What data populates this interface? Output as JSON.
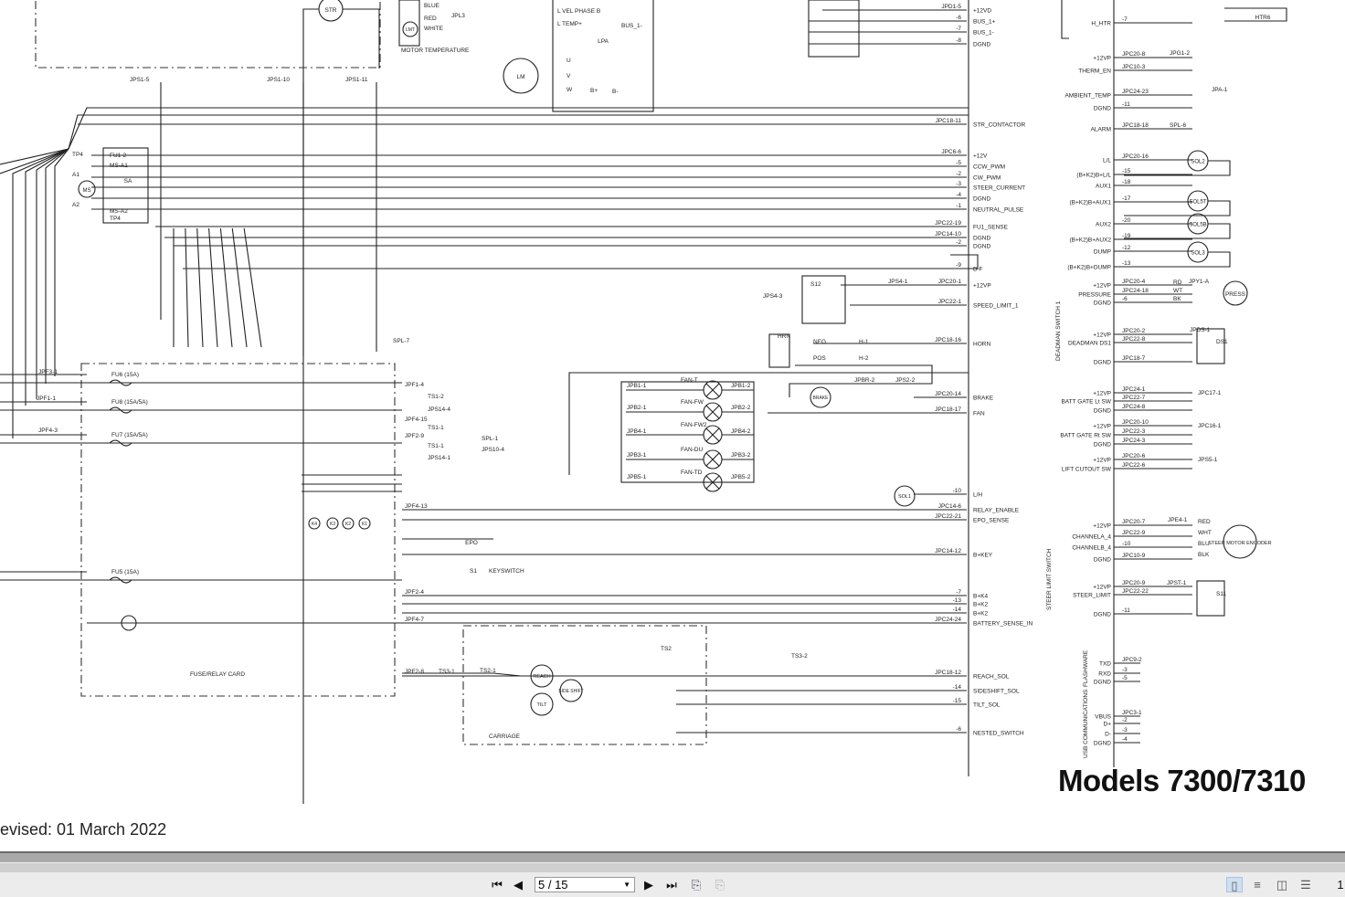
{
  "document": {
    "title": "Models 7300/7310",
    "revised": "evised: 01 March 2022"
  },
  "bus_signals": [
    "+12VD",
    "BUS_1+",
    "BUS_1-",
    "DGND",
    "STR_CONTACTOR",
    "+12V",
    "CCW_PWM",
    "CW_PWM",
    "STEER_CURRENT",
    "DGND",
    "NEUTRAL_PULSE",
    "FU1_SENSE",
    "DGND",
    "DGND",
    "B-F",
    "+12VP",
    "SPEED_LIMIT_1",
    "HORN",
    "BRAKE",
    "FAN",
    "L/H",
    "RELAY_ENABLE",
    "EPO_SENSE",
    "B+KEY",
    "B+K4",
    "B+K2",
    "B+K2",
    "BATTERY_SENSE_IN",
    "REACH_SOL",
    "SIDESHIFT_SOL",
    "TILT_SOL",
    "NESTED_SWITCH"
  ],
  "bus_connectors": [
    "JPD1-5",
    "-6",
    "-7",
    "-8",
    "JPC18-11",
    "JPC6-6",
    "-5",
    "-2",
    "-3",
    "-4",
    "-1",
    "JPC22-19",
    "JPC14-10",
    "-2",
    "-9",
    "JPC20-1",
    "JPC22-1",
    "JPC18-16",
    "JPC20-14",
    "JPC18-17",
    "-10",
    "JPC14-6",
    "JPC22-21",
    "JPC14-12",
    "-7",
    "-13",
    "-14",
    "JPC24-24",
    "JPC18-12",
    "-14",
    "-15",
    "-6"
  ],
  "right_signals": [
    "H_HTR",
    "+12VP",
    "THERM_EN",
    "AMBIENT_TEMP",
    "DGND",
    "ALARM",
    "L/L",
    "(B+K2)B+L/L",
    "AUX1",
    "(B+K2)B+AUX1",
    "AUX2",
    "(B+K2)B+AUX2",
    "DUMP",
    "(B+K2)B+DUMP",
    "+12VP",
    "PRESSURE",
    "DGND",
    "+12VP",
    "DEADMAN DS1",
    "DGND",
    "+12VP",
    "BATT GATE Lt SW",
    "DGND",
    "+12VP",
    "BATT GATE Rt SW",
    "DGND",
    "+12VP",
    "LIFT CUTOUT SW",
    "+12VP",
    "CHANNELA_4",
    "CHANNELB_4",
    "DGND",
    "+12VP",
    "STEER_LIMIT",
    "DGND",
    "TXD",
    "RXD",
    "DGND",
    "VBUS",
    "D+",
    "D-",
    "DGND"
  ],
  "right_connectors": [
    "-7",
    "JPC20-8",
    "JPC10-3",
    "JPC24-23",
    "-11",
    "JPC18-18",
    "JPC20-16",
    "-15",
    "-18",
    "-17",
    "-20",
    "-19",
    "-12",
    "-13",
    "JPC20-4",
    "JPC24-18",
    "-6",
    "JPC20-2",
    "JPC22-8",
    "JPC18-7",
    "JPC24-1",
    "JPC22-7",
    "JPC24-8",
    "JPC20-10",
    "JPC22-3",
    "JPC24-3",
    "JPC20-6",
    "JPC22-6",
    "JPC20-7",
    "JPC22-9",
    "-10",
    "JPC10-9",
    "JPC20-9",
    "JPC22-22",
    "-11",
    "JPC9-2",
    "-3",
    "-5",
    "JPC3-1",
    "-2",
    "-3",
    "-4"
  ],
  "right_groups": [
    "DEADMAN SWITCH 1",
    "STEER LIMIT SWITCH",
    "FLASHWARE",
    "USB COMMUNICATIONS"
  ],
  "components": {
    "sol2": "SOL2",
    "sol5t": "SOL5T",
    "sol5b": "SOL5B",
    "sol3": "SOL3",
    "press": "PRESS",
    "encoder": "STEER MOTOR ENCODER",
    "ds1": "DS1",
    "s11": "S11",
    "htr6": "HTR6",
    "str": "STR",
    "lmt": "LMT",
    "lm": "LM",
    "ms": "MS",
    "lpa": "LPA",
    "motor_temp": "MOTOR TEMPERATURE",
    "sa": "SA",
    "s12": "S12",
    "horn": "HRN",
    "brake": "BRAKE",
    "sol1": "SOL1",
    "epo": "EPO",
    "keyswitch": "KEYSWITCH",
    "s1": "S1",
    "fuse_card": "FUSE/RELAY CARD",
    "carriage": "CARRIAGE",
    "reach": "REACH",
    "sideshift": "SIDE SHIFT",
    "tilt": "TILT",
    "k4": "K4",
    "k3": "K3",
    "k2": "K2",
    "k1": "K1",
    "fu6": "FU6 (15A)",
    "fu8": "FU8 (15A/5A)",
    "fu7": "FU7 (15A/5A)",
    "fu5": "FU5 (15A)",
    "fans": [
      "FAN-T",
      "FAN-FW",
      "FAN-FW2",
      "FAN-DU",
      "FAN-TD"
    ]
  },
  "misc_labels": [
    "JPS1-5",
    "JPS1-10",
    "JPS1-11",
    "TP4",
    "FU1-2",
    "MS-A1",
    "MS-A2",
    "TP4",
    "A1",
    "A2",
    "BLUE",
    "RED",
    "WHITE",
    "JPL3",
    "L VEL PHASE B",
    "L TEMP+",
    "BUS_1-",
    "U",
    "V",
    "W",
    "B+",
    "B-",
    "JPF3-1",
    "JPF1-1",
    "JPF4-3",
    "JPF1-4",
    "TS1-2",
    "JPS14-4",
    "JPF4-15",
    "TS1-1",
    "JPF2-9",
    "TS1-1",
    "JPS14-1",
    "SPL-1",
    "JPS10-4",
    "SPL-7",
    "JPF4-13",
    "JPF2-4",
    "JPF4-7",
    "JPF2-8",
    "TS3-1",
    "TS2-1",
    "TS2",
    "TS3-2",
    "JPS4-3",
    "JPS4-1",
    "NEG",
    "POS",
    "H-1",
    "H-2",
    "JPBR-2",
    "JPS2-2",
    "JPB1-1",
    "JPB2-1",
    "JPB4-1",
    "JPB3-1",
    "JPB5-1",
    "JPB1-2",
    "JPB2-2",
    "JPB4-2",
    "JPB3-2",
    "JPB5-2",
    "SPL-6",
    "JPG1-2",
    "JPA-1",
    "JPY1-A",
    "JPDS-1",
    "JPC17-1",
    "JPC16-1",
    "JPS5-1",
    "JPE4-1",
    "JPST-1",
    "RED",
    "WHT",
    "BLU",
    "BLK",
    "RD",
    "WT",
    "BK"
  ],
  "toolbar": {
    "first_icon": "first-page",
    "prev_icon": "previous-page",
    "page_value": "5 / 15",
    "next_icon": "next-page",
    "last_icon": "last-page",
    "page_num_right": "1"
  }
}
